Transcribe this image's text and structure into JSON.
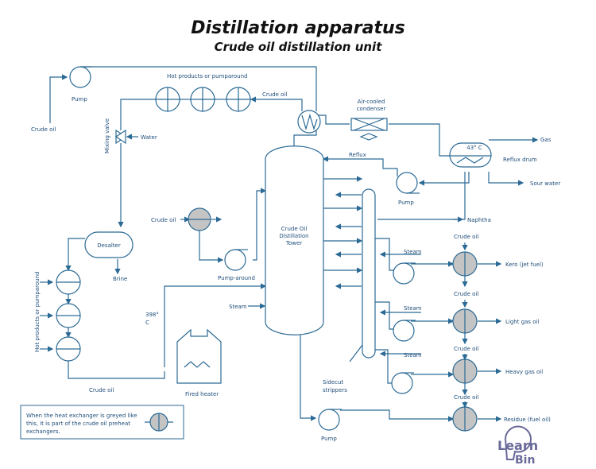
{
  "title": "Distillation apparatus",
  "subtitle": "Crude oil distillation unit",
  "labels": {
    "pump_top": "Pump",
    "crude_oil_in": "Crude oil",
    "hot_products_top": "Hot products or pumparound",
    "crude_oil_top": "Crude oil",
    "mixing_valve": "Mixing valve",
    "water": "Water",
    "air_cooled_1": "Air-cooled",
    "air_cooled_2": "condenser",
    "gas": "Gas",
    "temp_drum": "43° C",
    "reflux_drum": "Reflux drum",
    "sour_water": "Sour water",
    "reflux": "Reflux",
    "pump_reflux": "Pump",
    "naphtha": "Naphtha",
    "tower_1": "Crude Oil",
    "tower_2": "Distillation",
    "tower_3": "Tower",
    "crude_oil_mid": "Crude oil",
    "pump_around": "Pump-around",
    "desalter": "Desalter",
    "brine": "Brine",
    "hot_products_left": "Hot products or pumparound",
    "temp_heater_1": "398°",
    "temp_heater_2": "C",
    "steam_tower": "Steam",
    "fired_heater": "Fired heater",
    "crude_oil_bottom": "Crude oil",
    "sidecut_1": "Sidecut",
    "sidecut_2": "strippers",
    "pump_bottom": "Pump",
    "steam_1": "Steam",
    "steam_2": "Steam",
    "steam_3": "Steam",
    "crude_oil_r1": "Crude oil",
    "kero": "Kero (jet fuel)",
    "crude_oil_r2": "Crude oil",
    "light_gas_oil": "Light gas oil",
    "crude_oil_r3": "Crude oil",
    "heavy_gas_oil": "Heavy gas oil",
    "crude_oil_r4": "Crude oil",
    "residue": "Residue (fuel oil)"
  },
  "note": {
    "line1": "When the heat exchanger is greyed like",
    "line2": "this, it is part of the crude oil preheat",
    "line3": "exchangers."
  },
  "logo": {
    "line1": "Learn",
    "line2": "Bin"
  },
  "colors": {
    "line": "#2b6a95",
    "exchanger_fill_greyed": "#c4c4c4",
    "logo": "#6a6a9a"
  }
}
